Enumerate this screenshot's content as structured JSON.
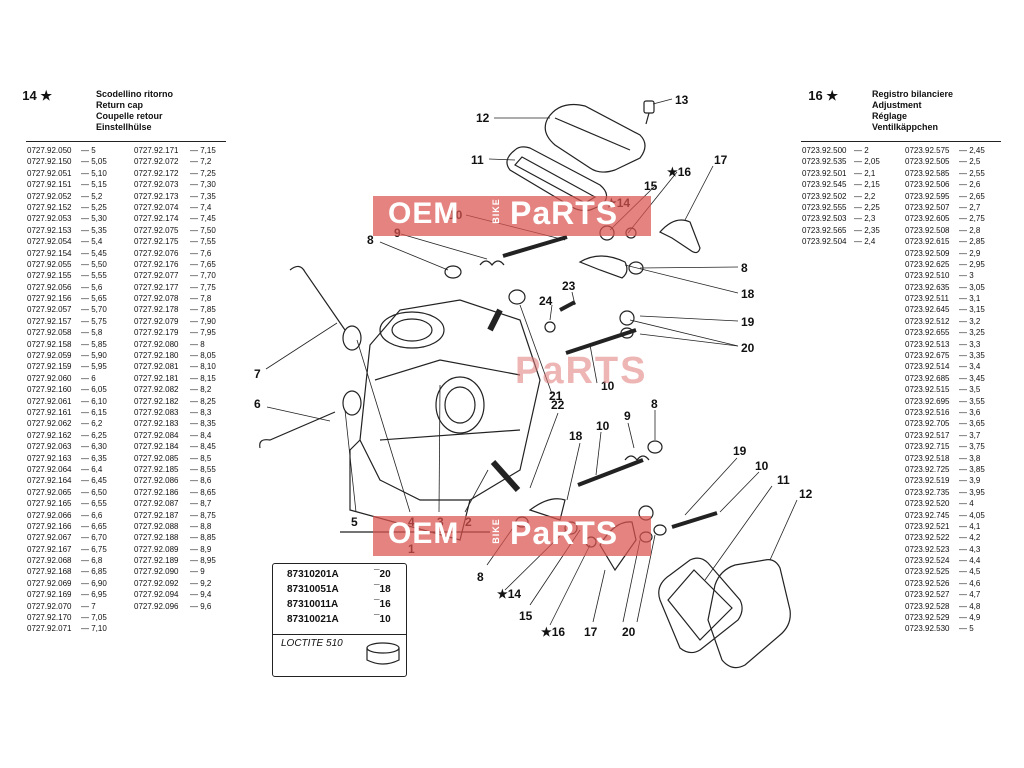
{
  "left_header": {
    "number": "14",
    "marker": "★",
    "labels": [
      "Scodellino ritorno",
      "Return cap",
      "Coupelle retour",
      "Einstellhülse"
    ]
  },
  "right_header": {
    "number": "16",
    "marker": "★",
    "labels": [
      "Registro bilanciere",
      "Adjustment",
      "Réglage",
      "Ventilkäppchen"
    ]
  },
  "left_table": {
    "col1": [
      [
        "0727.92.050",
        "5"
      ],
      [
        "0727.92.150",
        "5,05"
      ],
      [
        "0727.92.051",
        "5,10"
      ],
      [
        "0727.92.151",
        "5,15"
      ],
      [
        "0727.92.052",
        "5,2"
      ],
      [
        "0727.92.152",
        "5,25"
      ],
      [
        "0727.92.053",
        "5,30"
      ],
      [
        "0727.92.153",
        "5,35"
      ],
      [
        "0727.92.054",
        "5,4"
      ],
      [
        "0727.92.154",
        "5,45"
      ],
      [
        "0727.92.055",
        "5,50"
      ],
      [
        "0727.92.155",
        "5,55"
      ],
      [
        "0727.92.056",
        "5,6"
      ],
      [
        "0727.92.156",
        "5,65"
      ],
      [
        "0727.92.057",
        "5,70"
      ],
      [
        "0727.92.157",
        "5,75"
      ],
      [
        "0727.92.058",
        "5,8"
      ],
      [
        "0727.92.158",
        "5,85"
      ],
      [
        "0727.92.059",
        "5,90"
      ],
      [
        "0727.92.159",
        "5,95"
      ],
      [
        "0727.92.060",
        "6"
      ],
      [
        "0727.92.160",
        "6,05"
      ],
      [
        "0727.92.061",
        "6,10"
      ],
      [
        "0727.92.161",
        "6,15"
      ],
      [
        "0727.92.062",
        "6,2"
      ],
      [
        "0727.92.162",
        "6,25"
      ],
      [
        "0727.92.063",
        "6,30"
      ],
      [
        "0727.92.163",
        "6,35"
      ],
      [
        "0727.92.064",
        "6,4"
      ],
      [
        "0727.92.164",
        "6,45"
      ],
      [
        "0727.92.065",
        "6,50"
      ],
      [
        "0727.92.165",
        "6,55"
      ],
      [
        "0727.92.066",
        "6,6"
      ],
      [
        "0727.92.166",
        "6,65"
      ],
      [
        "0727.92.067",
        "6,70"
      ],
      [
        "0727.92.167",
        "6,75"
      ],
      [
        "0727.92.068",
        "6,8"
      ],
      [
        "0727.92.168",
        "6,85"
      ],
      [
        "0727.92.069",
        "6,90"
      ],
      [
        "0727.92.169",
        "6,95"
      ],
      [
        "0727.92.070",
        "7"
      ],
      [
        "0727.92.170",
        "7,05"
      ],
      [
        "0727.92.071",
        "7,10"
      ]
    ],
    "col2": [
      [
        "0727.92.171",
        "7,15"
      ],
      [
        "0727.92.072",
        "7,2"
      ],
      [
        "0727.92.172",
        "7,25"
      ],
      [
        "0727.92.073",
        "7,30"
      ],
      [
        "0727.92.173",
        "7,35"
      ],
      [
        "0727.92.074",
        "7,4"
      ],
      [
        "0727.92.174",
        "7,45"
      ],
      [
        "0727.92.075",
        "7,50"
      ],
      [
        "0727.92.175",
        "7,55"
      ],
      [
        "0727.92.076",
        "7,6"
      ],
      [
        "0727.92.176",
        "7,65"
      ],
      [
        "0727.92.077",
        "7,70"
      ],
      [
        "0727.92.177",
        "7,75"
      ],
      [
        "0727.92.078",
        "7,8"
      ],
      [
        "0727.92.178",
        "7,85"
      ],
      [
        "0727.92.079",
        "7,90"
      ],
      [
        "0727.92.179",
        "7,95"
      ],
      [
        "0727.92.080",
        "8"
      ],
      [
        "0727.92.180",
        "8,05"
      ],
      [
        "0727.92.081",
        "8,10"
      ],
      [
        "0727.92.181",
        "8,15"
      ],
      [
        "0727.92.082",
        "8,2"
      ],
      [
        "0727.92.182",
        "8,25"
      ],
      [
        "0727.92.083",
        "8,3"
      ],
      [
        "0727.92.183",
        "8,35"
      ],
      [
        "0727.92.084",
        "8,4"
      ],
      [
        "0727.92.184",
        "8,45"
      ],
      [
        "0727.92.085",
        "8,5"
      ],
      [
        "0727.92.185",
        "8,55"
      ],
      [
        "0727.92.086",
        "8,6"
      ],
      [
        "0727.92.186",
        "8,65"
      ],
      [
        "0727.92.087",
        "8,7"
      ],
      [
        "0727.92.187",
        "8,75"
      ],
      [
        "0727.92.088",
        "8,8"
      ],
      [
        "0727.92.188",
        "8,85"
      ],
      [
        "0727.92.089",
        "8,9"
      ],
      [
        "0727.92.189",
        "8,95"
      ],
      [
        "0727.92.090",
        "9"
      ],
      [
        "0727.92.092",
        "9,2"
      ],
      [
        "0727.92.094",
        "9,4"
      ],
      [
        "0727.92.096",
        "9,6"
      ]
    ]
  },
  "right_table": {
    "col1": [
      [
        "0723.92.500",
        "2"
      ],
      [
        "0723.92.535",
        "2,05"
      ],
      [
        "0723.92.501",
        "2,1"
      ],
      [
        "0723.92.545",
        "2,15"
      ],
      [
        "0723.92.502",
        "2,2"
      ],
      [
        "0723.92.555",
        "2,25"
      ],
      [
        "0723.92.503",
        "2,3"
      ],
      [
        "0723.92.565",
        "2,35"
      ],
      [
        "0723.92.504",
        "2,4"
      ]
    ],
    "col2": [
      [
        "0723.92.575",
        "2,45"
      ],
      [
        "0723.92.505",
        "2,5"
      ],
      [
        "0723.92.585",
        "2,55"
      ],
      [
        "0723.92.506",
        "2,6"
      ],
      [
        "0723.92.595",
        "2,65"
      ],
      [
        "0723.92.507",
        "2,7"
      ],
      [
        "0723.92.605",
        "2,75"
      ],
      [
        "0723.92.508",
        "2,8"
      ],
      [
        "0723.92.615",
        "2,85"
      ],
      [
        "0723.92.509",
        "2,9"
      ],
      [
        "0723.92.625",
        "2,95"
      ],
      [
        "0723.92.510",
        "3"
      ],
      [
        "0723.92.635",
        "3,05"
      ],
      [
        "0723.92.511",
        "3,1"
      ],
      [
        "0723.92.645",
        "3,15"
      ],
      [
        "0723.92.512",
        "3,2"
      ],
      [
        "0723.92.655",
        "3,25"
      ],
      [
        "0723.92.513",
        "3,3"
      ],
      [
        "0723.92.675",
        "3,35"
      ],
      [
        "0723.92.514",
        "3,4"
      ],
      [
        "0723.92.685",
        "3,45"
      ],
      [
        "0723.92.515",
        "3,5"
      ],
      [
        "0723.92.695",
        "3,55"
      ],
      [
        "0723.92.516",
        "3,6"
      ],
      [
        "0723.92.705",
        "3,65"
      ],
      [
        "0723.92.517",
        "3,7"
      ],
      [
        "0723.92.715",
        "3,75"
      ],
      [
        "0723.92.518",
        "3,8"
      ],
      [
        "0723.92.725",
        "3,85"
      ],
      [
        "0723.92.519",
        "3,9"
      ],
      [
        "0723.92.735",
        "3,95"
      ],
      [
        "0723.92.520",
        "4"
      ],
      [
        "0723.92.745",
        "4,05"
      ],
      [
        "0723.92.521",
        "4,1"
      ],
      [
        "0723.92.522",
        "4,2"
      ],
      [
        "0723.92.523",
        "4,3"
      ],
      [
        "0723.92.524",
        "4,4"
      ],
      [
        "0723.92.525",
        "4,5"
      ],
      [
        "0723.92.526",
        "4,6"
      ],
      [
        "0723.92.527",
        "4,7"
      ],
      [
        "0723.92.528",
        "4,8"
      ],
      [
        "0723.92.529",
        "4,9"
      ],
      [
        "0723.92.530",
        "5"
      ]
    ]
  },
  "dash": "—",
  "kits": [
    [
      "87310201A",
      "¯20"
    ],
    [
      "87310051A",
      "¯18"
    ],
    [
      "87310011A",
      "¯16"
    ],
    [
      "87310021A",
      "¯10"
    ]
  ],
  "sealant": "LOCTITE 510",
  "watermark": {
    "oem": "OEM",
    "bike": "BIKE",
    "parts": "PaRTS"
  },
  "callouts": [
    "13",
    "12",
    "11",
    "★16",
    "15",
    "★14",
    "10",
    "17",
    "9",
    "8",
    "8",
    "18",
    "23",
    "24",
    "19",
    "20",
    "7",
    "21",
    "10",
    "6",
    "22",
    "18",
    "10",
    "9",
    "8",
    "19",
    "10",
    "11",
    "12",
    "5",
    "4",
    "3",
    "2",
    "1",
    "8",
    "★14",
    "15",
    "★16",
    "17",
    "20"
  ]
}
